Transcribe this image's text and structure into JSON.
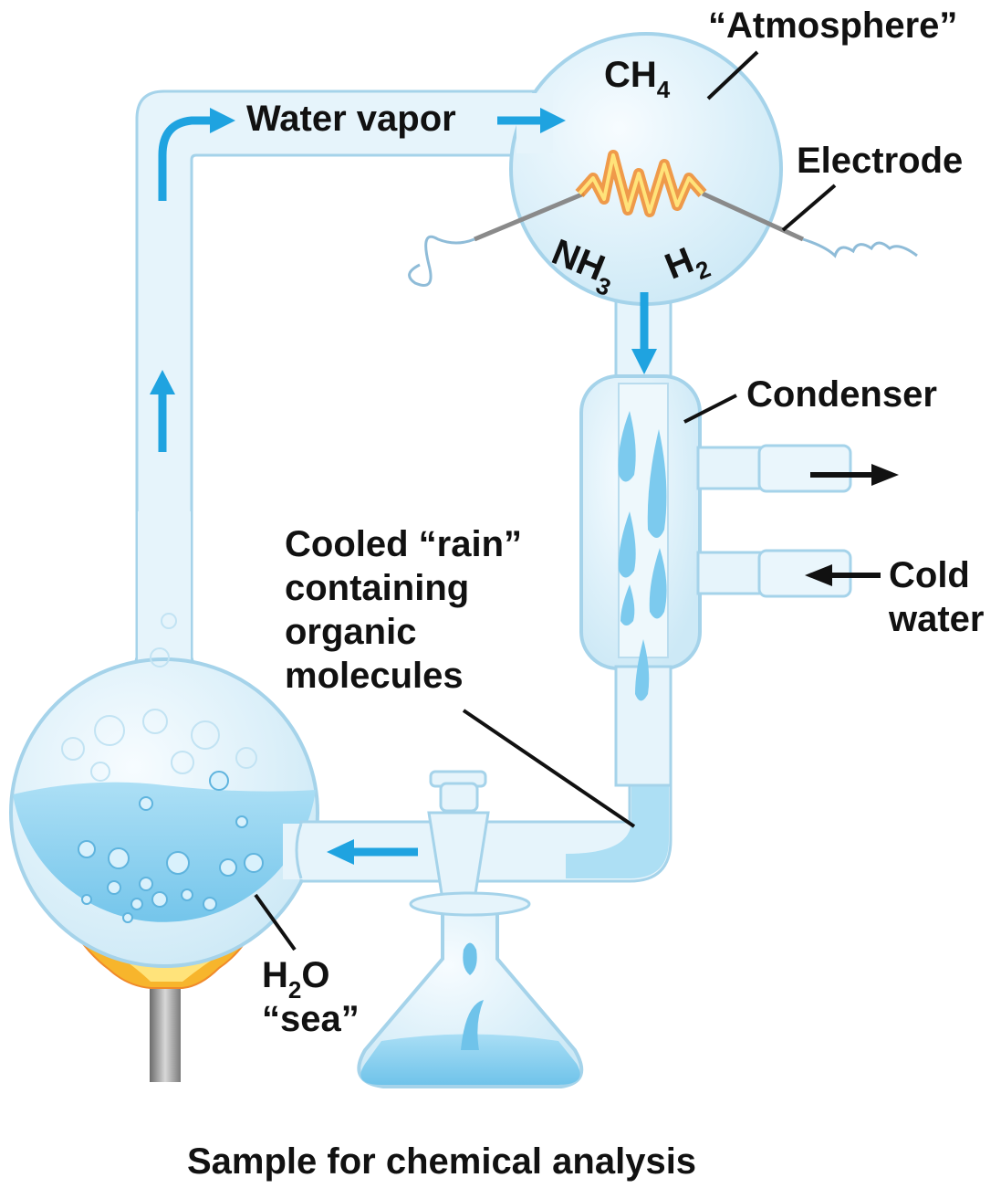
{
  "labels": {
    "atmosphere": "“Atmosphere”",
    "ch4": {
      "main": "CH",
      "sub": "4"
    },
    "water_vapor": "Water vapor",
    "electrode": "Electrode",
    "nh3": {
      "main": "NH",
      "sub": "3"
    },
    "h2": {
      "main": "H",
      "sub": "2"
    },
    "condenser": "Condenser",
    "cooled_rain": [
      "Cooled “rain”",
      "containing",
      "organic",
      "molecules"
    ],
    "cold_water": [
      "Cold",
      "water"
    ],
    "h2o_sea": {
      "h": "H",
      "sub": "2",
      "o": "O",
      "sea": "“sea”"
    },
    "sample": "Sample for chemical analysis"
  },
  "colors": {
    "glass_fill": "#dff1fa",
    "glass_stroke": "#9fd0e8",
    "water": "#9fd9f3",
    "arrow_blue": "#1fa3e0",
    "spark": "#f08a2a",
    "flame": "#f7b52c",
    "leader": "#111111",
    "text": "#111111"
  }
}
